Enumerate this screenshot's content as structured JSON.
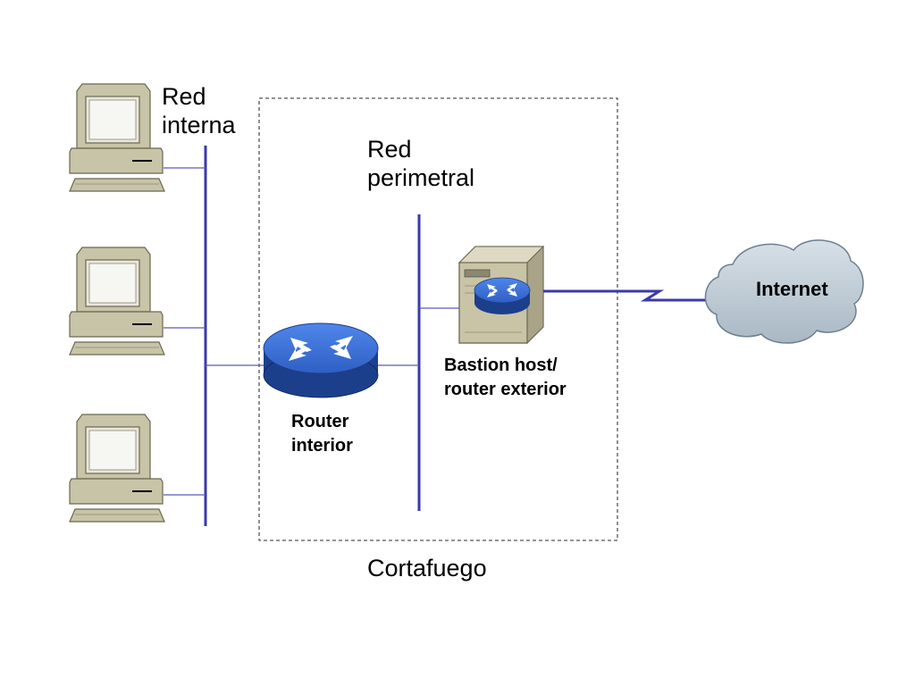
{
  "labels": {
    "red_interna": [
      "Red",
      "interna"
    ],
    "red_perimetral": [
      "Red",
      "perimetral"
    ],
    "router_interior": [
      "Router",
      "interior"
    ],
    "bastion": [
      "Bastion host/",
      "router exterior"
    ],
    "internet": "Internet",
    "cortafuego": "Cortafuego"
  },
  "colors": {
    "network_line": "#3a3aa8",
    "computer_body": "#c8c4a8",
    "computer_shadow": "#8c8870",
    "router_blue": "#3a6fd8",
    "router_dark": "#1c3f8c",
    "server_body": "#c9c4a6",
    "cloud_fill": "#c3cfd8",
    "cloud_stroke": "#6d7f8e",
    "firewall_border": "#555555"
  },
  "icons": [
    "computer-icon",
    "router-icon",
    "bastion-server-icon",
    "internet-cloud-icon"
  ]
}
